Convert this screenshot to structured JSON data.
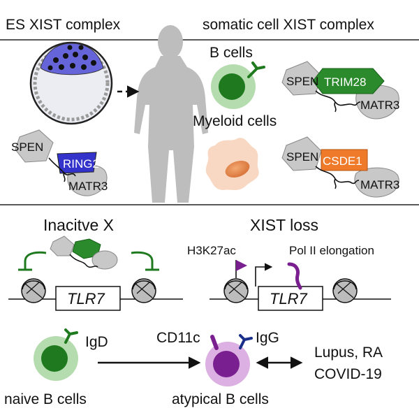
{
  "header": {
    "left_title": "ES XIST complex",
    "right_title": "somatic cell XIST complex"
  },
  "cells": {
    "b_cells": "B cells",
    "myeloid_cells": "Myeloid cells"
  },
  "complexes": {
    "es": {
      "spen": "SPEN",
      "partner": "RING2",
      "matr3": "MATR3"
    },
    "b_cell": {
      "spen": "SPEN",
      "partner": "TRIM28",
      "matr3": "MATR3"
    },
    "myeloid": {
      "spen": "SPEN",
      "partner": "CSDE1",
      "matr3": "MATR3"
    }
  },
  "inactive_x": {
    "title": "Inacitve X",
    "gene": "TLR7"
  },
  "xist_loss": {
    "title": "XIST loss",
    "mark": "H3K27ac",
    "polymerase": "Pol II elongation",
    "gene": "TLR7"
  },
  "bottom": {
    "naive_label": "naive B cells",
    "igd": "IgD",
    "cd11c": "CD11c",
    "igg": "IgG",
    "atypical_label": "atypical B cells",
    "disease_line1": "Lupus, RA",
    "disease_line2": "COVID-19"
  },
  "colors": {
    "purple_blue": "#5c5ad6",
    "green": "#1f7a1f",
    "light_green": "#a9d8a2",
    "orange": "#ee7a2a",
    "purple": "#7a1f8f",
    "light_purple": "#d9a9e0",
    "navy": "#1a2f8a",
    "gray": "#c8c8c8",
    "silhouette": "#bdbdbd",
    "myeloid_fill": "#f8d8c2",
    "myeloid_nucleus": "#e58a52"
  }
}
